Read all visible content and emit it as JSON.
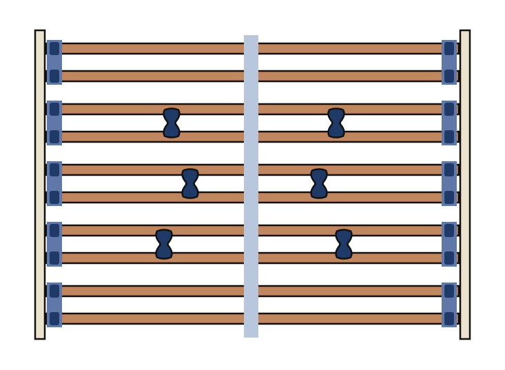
{
  "colors": {
    "background": "#ffffff",
    "frame_fill": "#ece3cf",
    "outline": "#111111",
    "slat": "#bf8660",
    "spine": "#b8c7db",
    "holder": "#5f78a8",
    "cap": "#1f3a66",
    "adjuster": "#1f3a66"
  },
  "diagram": {
    "slat_pairs": 5,
    "slats_per_pair": 2,
    "adjusters": [
      {
        "pair": 2,
        "side": "left"
      },
      {
        "pair": 2,
        "side": "right"
      },
      {
        "pair": 3,
        "side": "left"
      },
      {
        "pair": 3,
        "side": "right"
      },
      {
        "pair": 4,
        "side": "left"
      },
      {
        "pair": 4,
        "side": "right"
      }
    ]
  }
}
